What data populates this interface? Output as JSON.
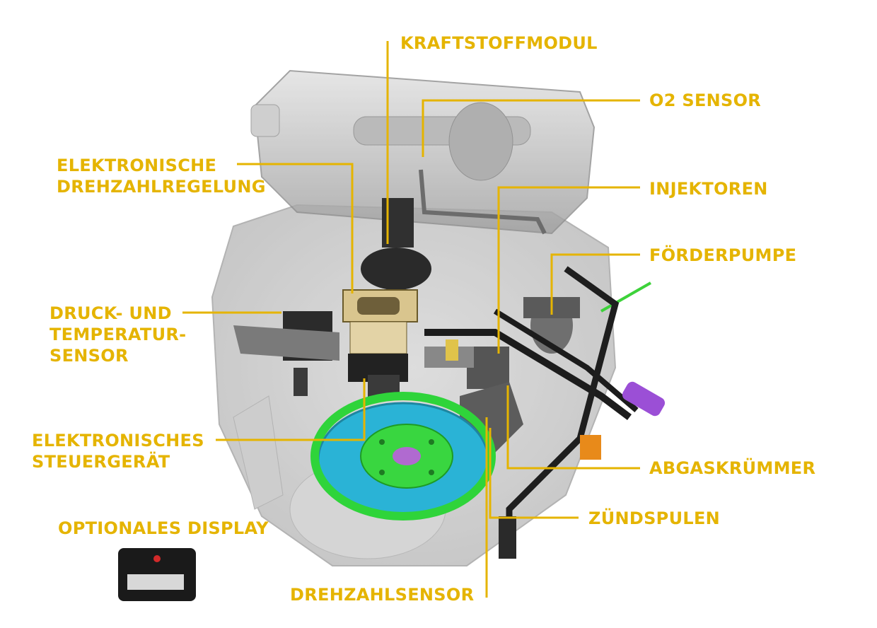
{
  "labels": {
    "kraftstoffmodul": "KRAFTSTOFFMODUL",
    "o2_sensor": "O2 SENSOR",
    "elektronische_drehzahlregelung": "ELEKTRONISCHE\nDREHZAHLREGELUNG",
    "injektoren": "INJEKTOREN",
    "foerderpumpe": "FÖRDERPUMPE",
    "druck_temperatur_sensor": "DRUCK- UND\nTEMPERATUR-\nSENSOR",
    "elektronisches_steuergeraet": "ELEKTRONISCHES\nSTEUERGERÄT",
    "abgaskruemmer": "ABGASKRÜMMER",
    "zuendspulen": "ZÜNDSPULEN",
    "optionales_display": "OPTIONALES DISPLAY",
    "drehzahlsensor": "DREHZAHLSENSOR"
  },
  "colors": {
    "label": "#e5b400",
    "flywheel_green": "#2fd43a",
    "flywheel_blue": "#3fb6d6",
    "pump_filter_purple": "#9b4fd6"
  }
}
